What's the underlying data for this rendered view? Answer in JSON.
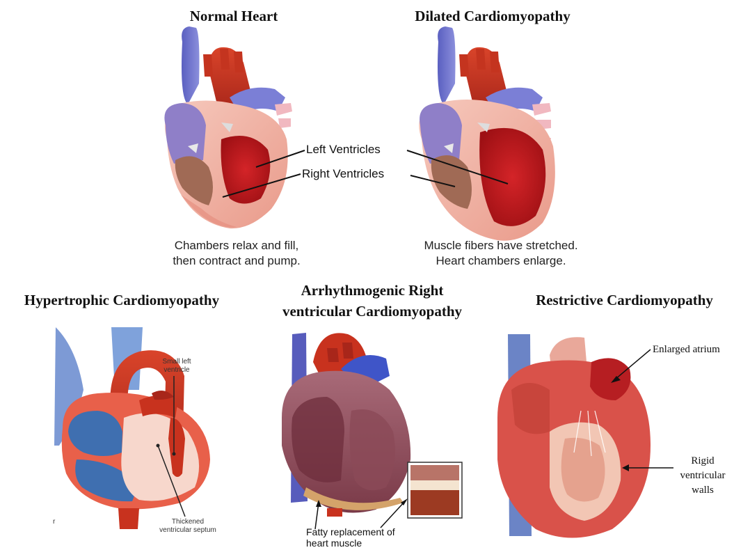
{
  "panels": {
    "normal": {
      "title": "Normal Heart",
      "caption_lines": [
        "Chambers relax and fill,",
        "then contract and pump."
      ]
    },
    "dilated": {
      "title": "Dilated Cardiomyopathy",
      "caption_lines": [
        "Muscle fibers have stretched.",
        "Heart chambers enlarge."
      ]
    },
    "shared_labels": {
      "left_ventricles": "Left Ventricles",
      "right_ventricles": "Right Ventricles"
    },
    "hypertrophic": {
      "title": "Hypertrophic Cardiomyopathy",
      "small_lv_lines": [
        "Small left",
        "ventricle"
      ],
      "septum_lines": [
        "Thickened",
        "ventricular septum"
      ],
      "stray_mark": "r"
    },
    "arrhythmogenic": {
      "title_lines": [
        "Arrhythmogenic Right",
        "ventricular Cardiomyopathy"
      ],
      "fatty_lines": [
        "Fatty replacement of",
        "heart muscle"
      ]
    },
    "restrictive": {
      "title": "Restrictive Cardiomyopathy",
      "atrium_label": "Enlarged atrium",
      "walls_lines": [
        "Rigid",
        "ventricular",
        "walls"
      ]
    }
  },
  "colors": {
    "vein_blue": "#6f73c9",
    "artery_red": "#c8321e",
    "muscle_pink": "#f0b3a6",
    "chamber_red": "#b9181a",
    "deoxy_blue": "#3f6fb0"
  }
}
